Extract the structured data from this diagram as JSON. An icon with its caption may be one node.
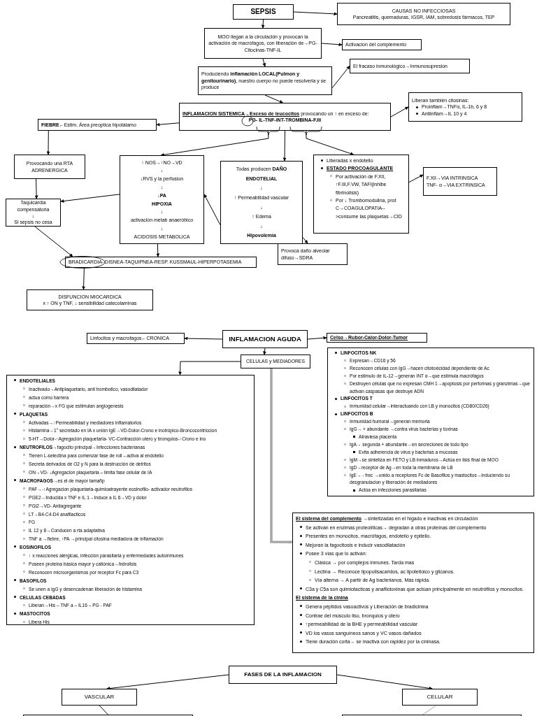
{
  "diagram": {
    "nodes": [
      {
        "text": [
          "SEPSIS"
        ]
      },
      {
        "text": [
          "CAUSAS NO INFECCIOSAS",
          "Pancreatitis, quemaduras, IGSR, IAM, sobredosis fármacos, TEP"
        ]
      },
      {
        "text": [
          "MOO llegan a la circulación y provocan la activación de macrófagos, con liberación de→PG-Citocinas-TNF-IL"
        ]
      },
      {
        "text": [
          "Activacion del complemento"
        ]
      },
      {
        "text": [
          "Produciendo **inflamación LOCAL(Pulmon y genitourinario)**, nuestro cuerpo no puede resolverla y se produce"
        ]
      },
      {
        "text": [
          "El fracaso inmunológico→Inmunosupresion"
        ]
      },
      {
        "text": [
          "**INFLAMACION SISTEMICA→Exceso de leucocitos** provocando un ↑ en exceso de:",
          "PG- IL-TNF-INT-TROMBINA-F.III"
        ]
      },
      {
        "text": [
          "Liberan también citosinas:",
          "Proinflam→TNFα, IL-1b, 6 y 8",
          "Antiinflam→IL 10 y 4"
        ]
      },
      {
        "text": [
          "**FIEBRE**←Estim. Área preoptica hipotálamo"
        ]
      },
      {
        "text": [
          "Provocando una RTA ADRENERGICA"
        ]
      },
      {
        "text": [
          "↑ NOS→↑NO→VD",
          "↓",
          "↓RVS y la perfusion",
          "↓",
          "↓**PA**",
          "HIPOXIA",
          "↓",
          "activación metab anaeróbico",
          "↓",
          "ACIDOSIS METABOLICA"
        ]
      },
      {
        "text": [
          "Todas producen **DAÑO ENDOTELIAL**",
          "↓",
          "↑ Permeabilidad vascular",
          "↓",
          "↑ Edema",
          "↓",
          "Hipovolemia"
        ]
      },
      {
        "text": [
          "Liberadas x endotelio",
          "ESTADO PROCOAGULANTE",
          "Por activación de F.XII, ↑F.III,F.VW, TAFI(inhibe fibrinolisis)",
          "Por ↓ Trombomodulina, prot C→COAGULOPATIA-->consume las plaquetas→CID"
        ]
      },
      {
        "text": [
          "F.XII→VIA INTRINSICA",
          "TNF- α→VIA EXTRINSICA"
        ]
      },
      {
        "text": [
          "Taquicardia compensatoria",
          "↓",
          "Si sepsis no cesa"
        ]
      },
      {
        "text": [
          "Provoca daño alveolar difuso→SDRA"
        ]
      },
      {
        "text": [
          "BRADICARDIA- DISNEA-TAQUIPNEA-RESP. KUSSMAUL-HIPERPOTASEMIA"
        ]
      },
      {
        "text": [
          "DISFUNCION MIOCARDICA",
          "x ↑ ON y TNF, ↓ sensibilidad catecolaminas"
        ]
      },
      {
        "text": [
          "INFLAMACION AGUDA"
        ]
      },
      {
        "text": [
          "Linfocitos y macrofagos←CRONICA"
        ]
      },
      {
        "text": [
          "Celso→Rubor-Calor-Dolor-Tumor"
        ]
      },
      {
        "text": [
          "CELULAS y MEDIADORES"
        ]
      },
      {
        "text": [
          "ENDOTELIALES",
          "Inactivado→Antiplaquetario, anti trombotico, vasodilatador",
          "actua como barrera",
          "reparación→x FG que estimulan angiogenesis",
          "PLAQUETAS",
          "Activadas→↑Permeabilidad y mediadores inflamatorios",
          "Histamina→1° secretado en IA x unión IgE→VD-Dolor-Crono e inotrópico-Broncocontriccion",
          "5-HT→Dolor-↑Agregación plaquetaria- VC-Contracción utero y bronquios-↑Crono e ino",
          "**NEUTROFILOS**→fagocito principal→Infecciones bacterianas",
          "Tienen L-selectina para comenzar fase de roll→activa al endotelio",
          "Secreta derivados de O2 y N para la destrucción de detritos",
          "ON→VD- ↓Agregacion plaquetaria – limita fase celular de IA",
          "**MACROFAGOS**→es el de mayor tamañp",
          "PAF→-↑Agregacion plaquetaria-quimioatrayente eosinofilo- activador neutrofilos",
          "PGE2→Inducida x TNF e IL 1→Induce a IL 6→VD y dolor",
          "PGI2→VD- Antiagregante",
          "LT→B4-C4-D4 anafilacticos",
          "FG",
          "IL 12 y 8→Conducen a rta adaptativa",
          "TNF a →fiebre, ↑PA →principal citosina mediadora de inflamación",
          "EOSINOFILOS",
          "↑ x reacciones alérgicas,  infección parasitaria y enfermedades autoinmunes",
          "Poseen proteina básica mayor y catiónica→hidrolisis",
          "Reconocen microorganismos por receptor Fc para C3",
          "BASOFILOS",
          "Se unen a IgG y desencadenan liberación de histamina",
          "CELULAS CEBADAS",
          "Liberan→His – TNF a – IL16 – PG - PAF",
          "MASTOCITOS",
          "Libera His"
        ]
      },
      {
        "text": [
          "LINFOCITOS NK",
          "Expresan→CD16 y 56",
          "Reconocen células con IgG→hacen citotoxicidad dependiente de Ac",
          "Por estimulo de IL-12→generan INT α→que estimula macrófagos",
          "Destruyen células que no expresan CMH 1→apoptosis por perforinas y granzimas→que activan caspasas que destruye ADN",
          "LINFOCITOS T",
          "Inmunidad celular→interactuando con LB y monocitos (CD80/CD26)",
          "LINFOCITOS B",
          "Inmunidad humoral→generan memoria",
          "IgG→ + abundante →contra virus bacterias y toxinas",
          "Atraviesa placenta",
          "IgA→ segunda + abundante→en secreciones de todo tipo",
          "Evita adherencia de virus y bacterias a mucosas",
          "IgM→se sintetiza en FETO y LB inmaduros→Actúa en lisis final de MOO",
          "IgD→receptor de Ag→en toda la membrana de LB",
          "IgE→ - frec →unido a receptores Fc de Basofilos y mastocitos→induciendo su desgranulacion y liberación de mediadores",
          "Actúa en infecciones parasitarias"
        ]
      },
      {
        "text": [
          "**El sistema del complemento** →sintetizadas en el hígado e inactivas en circulación",
          "Se activan en enzimas proteolíticas→ degradan a otras proteínas del complemento",
          "Presentes en monocitos, macrófagos, endotelio y epitelio.",
          "Mejoran la fagocitosis e inducir vasodilatación",
          "Posee 3 vías que lo activan:",
          "Clásica → por complejos inmunes. Tarda mas",
          "Lectina → Reconoce lipopolisacaridos, ac lipoteitoico y glicanos.",
          "Vía alterna → A partir de Ag bacterianos. Más rápida.",
          "C3a y C5a son quimiotacticas y anafilotoxinas que actúan principalmente en neutrófilos y monocitos.",
          "El sistema de la cinina",
          "Genera péptidos vasoactivos y Liberación de bradicinina",
          "Contrae del músculo liso, bronquios y útero",
          "↑permeabilidad de la BHE y permeabilidad vascular",
          "VD los vasos sanguíneos sanos y VC vasos dañados",
          "Tiene duración corta→ se inactiva con rapidez por la cininasa."
        ]
      },
      {
        "text": [
          "FASES DE LA INFLAMACION"
        ]
      },
      {
        "text": [
          "VASCULAR"
        ]
      },
      {
        "text": [
          "CELULAR"
        ]
      },
      {
        "text": [],
        "shape": "box"
      },
      {
        "text": [],
        "shape": "box"
      }
    ],
    "edges": [
      {
        "from": 0,
        "to": 1,
        "arrow": "to"
      },
      {
        "from": 0,
        "to": 2,
        "arrow": "to"
      },
      {
        "from": 2,
        "to": 3,
        "arrow": "to"
      },
      {
        "from": 2,
        "to": 4,
        "arrow": "to"
      },
      {
        "from": 4,
        "to": 5,
        "arrow": "to"
      },
      {
        "from": 4,
        "to": 6,
        "arrow": "to"
      },
      {
        "from": 6,
        "to": 7,
        "arrow": "to"
      },
      {
        "from": 6,
        "to": 8,
        "arrow": "to"
      },
      {
        "from": 8,
        "to": 9,
        "arrow": "to"
      },
      {
        "from": 6,
        "to": 10,
        "arrow": "to"
      },
      {
        "from": 6,
        "to": 11,
        "arrow": "to"
      },
      {
        "from": 6,
        "to": 12,
        "arrow": "to"
      },
      {
        "from": 9,
        "to": 14,
        "arrow": "to"
      },
      {
        "from": 10,
        "to": 14,
        "arrow": "to"
      },
      {
        "from": 11,
        "to": 10,
        "arrow": "to"
      },
      {
        "from": 11,
        "to": 15,
        "arrow": "to"
      },
      {
        "from": 12,
        "to": 13,
        "arrow": "to"
      },
      {
        "from": 14,
        "to": 16,
        "arrow": "to"
      },
      {
        "from": 10,
        "to": 16,
        "arrow": "to"
      },
      {
        "from": 16,
        "to": 17,
        "arrow": "to"
      },
      {
        "from": 18,
        "to": 19,
        "arrow": "to"
      },
      {
        "from": 18,
        "to": 20,
        "arrow": "to"
      },
      {
        "from": 18,
        "to": 21,
        "arrow": "to"
      },
      {
        "from": 21,
        "to": 22,
        "arrow": "to"
      },
      {
        "from": 21,
        "to": 24,
        "arrow": "to",
        "style": "thick",
        "color": "#a6a6a6"
      },
      {
        "from": 25,
        "to": 26,
        "arrow": "to"
      },
      {
        "from": 25,
        "to": 27,
        "arrow": "to"
      },
      {
        "from": 26,
        "to": 28,
        "arrow": "none"
      },
      {
        "from": 27,
        "to": 29,
        "arrow": "none",
        "color": "#a6a6a6"
      }
    ]
  }
}
